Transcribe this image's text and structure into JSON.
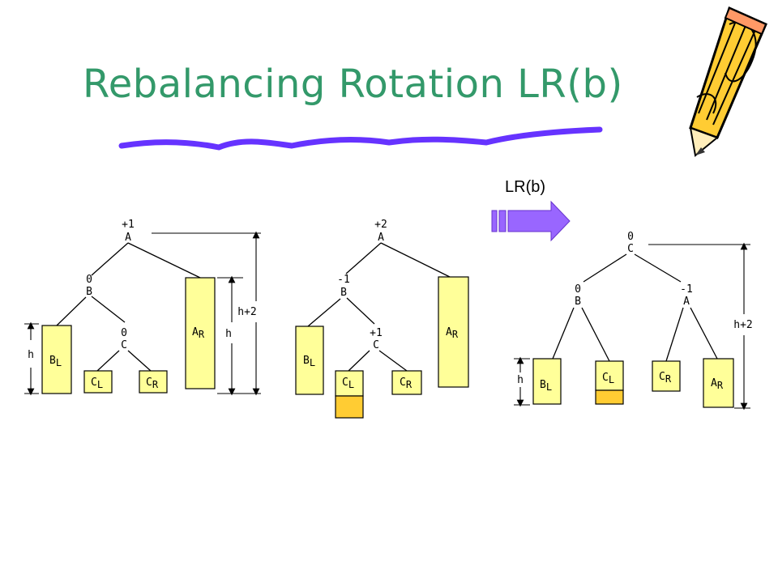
{
  "title": "Rebalancing Rotation LR(b)",
  "rotation_label": "LR(b)",
  "icons": {
    "title_decoration": "pencil-icon",
    "underline": "scribble-underline",
    "arrow": "right-arrow-icon"
  },
  "colors": {
    "title": "#33996a",
    "subtree_fill": "#ffff99",
    "insert_fill": "#ffcc33",
    "underline": "#6633ff",
    "arrow": "#9966ff"
  },
  "tree1": {
    "nodes": [
      {
        "id": "A",
        "balance": "+1",
        "name": "A"
      },
      {
        "id": "B",
        "balance": "0",
        "name": "B"
      },
      {
        "id": "C",
        "balance": "0",
        "name": "C"
      }
    ],
    "subtrees": [
      {
        "id": "BL",
        "main": "B",
        "sub": "L"
      },
      {
        "id": "CL",
        "main": "C",
        "sub": "L"
      },
      {
        "id": "CR",
        "main": "C",
        "sub": "R"
      },
      {
        "id": "AR",
        "main": "A",
        "sub": "R"
      }
    ],
    "measures": {
      "left": "h",
      "right_inner": "h",
      "right_outer": "h+2"
    }
  },
  "tree2": {
    "nodes": [
      {
        "id": "A",
        "balance": "+2",
        "name": "A"
      },
      {
        "id": "B",
        "balance": "-1",
        "name": "B"
      },
      {
        "id": "C",
        "balance": "+1",
        "name": "C"
      }
    ],
    "subtrees": [
      {
        "id": "BL",
        "main": "B",
        "sub": "L"
      },
      {
        "id": "CL",
        "main": "C",
        "sub": "L"
      },
      {
        "id": "CR",
        "main": "C",
        "sub": "R"
      },
      {
        "id": "AR",
        "main": "A",
        "sub": "R"
      }
    ]
  },
  "tree3": {
    "nodes": [
      {
        "id": "C",
        "balance": "0",
        "name": "C"
      },
      {
        "id": "B",
        "balance": "0",
        "name": "B"
      },
      {
        "id": "A",
        "balance": "-1",
        "name": "A"
      }
    ],
    "subtrees": [
      {
        "id": "BL",
        "main": "B",
        "sub": "L"
      },
      {
        "id": "CL",
        "main": "C",
        "sub": "L"
      },
      {
        "id": "CR",
        "main": "C",
        "sub": "R"
      },
      {
        "id": "AR",
        "main": "A",
        "sub": "R"
      }
    ],
    "measures": {
      "left": "h",
      "right": "h+2"
    }
  }
}
